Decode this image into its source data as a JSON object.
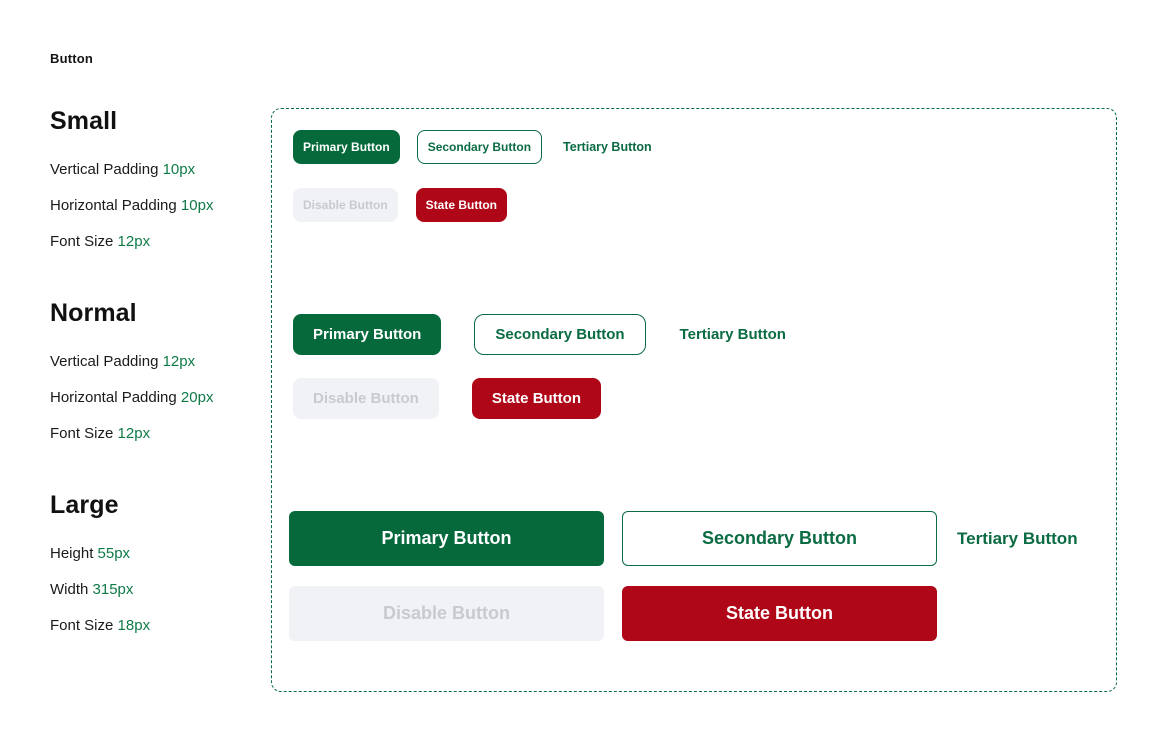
{
  "page": {
    "kicker": "Button"
  },
  "specs": [
    {
      "id": "small",
      "title": "Small",
      "rows": [
        {
          "label": "Vertical Padding",
          "value": "10px"
        },
        {
          "label": "Horizontal Padding",
          "value": "10px"
        },
        {
          "label": "Font Size",
          "value": "12px"
        }
      ]
    },
    {
      "id": "normal",
      "title": "Normal",
      "rows": [
        {
          "label": "Vertical Padding",
          "value": "12px"
        },
        {
          "label": "Horizontal Padding",
          "value": "20px"
        },
        {
          "label": "Font Size",
          "value": "12px"
        }
      ]
    },
    {
      "id": "large",
      "title": "Large",
      "rows": [
        {
          "label": "Height",
          "value": "55px"
        },
        {
          "label": "Width",
          "value": "315px"
        },
        {
          "label": "Font Size",
          "value": "18px"
        }
      ]
    }
  ],
  "showcase": {
    "small": {
      "primary": "Primary Button",
      "secondary": "Secondary Button",
      "tertiary": "Tertiary Button",
      "disable": "Disable Button",
      "state": "State Button"
    },
    "normal": {
      "primary": "Primary Button",
      "secondary": "Secondary Button",
      "tertiary": "Tertiary Button",
      "disable": "Disable Button",
      "state": "State Button"
    },
    "large": {
      "primary": "Primary Button",
      "secondary": "Secondary Button",
      "tertiary": "Tertiary Button",
      "disable": "Disable Button",
      "state": "State Button"
    }
  },
  "colors": {
    "primary_green": "#05693c",
    "border_green": "#0b6b42",
    "value_green": "#0f7a46",
    "state_red": "#af0618",
    "disabled_bg": "#f1f2f6",
    "disabled_text": "#c9cace",
    "text_dark": "#1a1a1a",
    "canvas": "#ffffff"
  }
}
